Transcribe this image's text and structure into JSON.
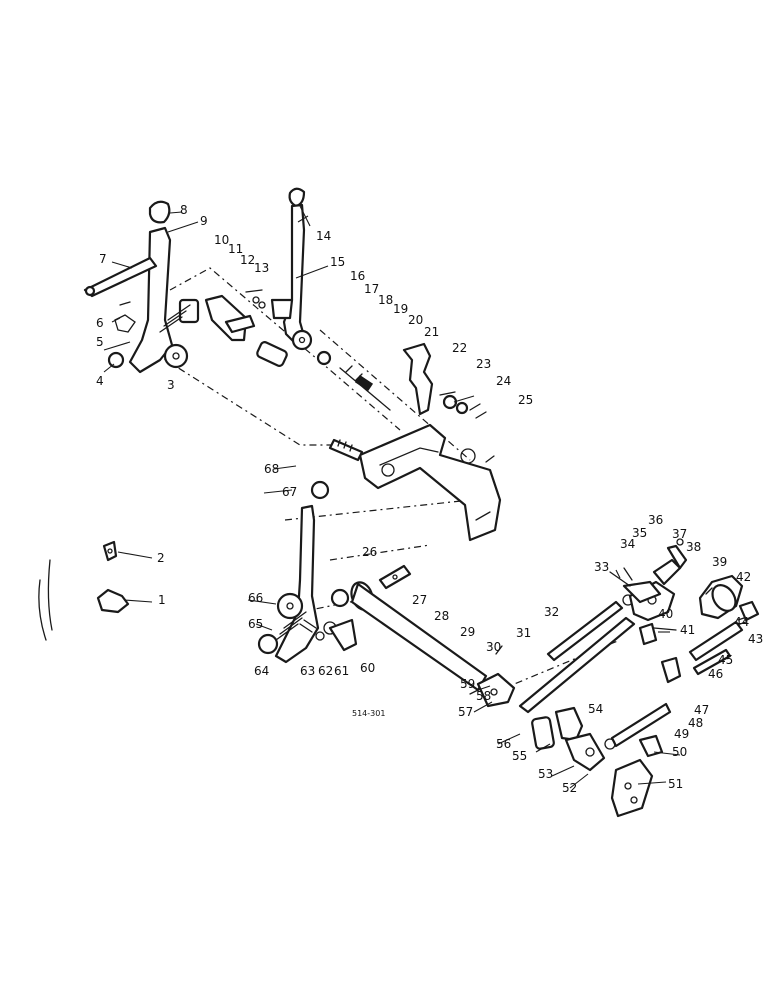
{
  "drawing_code": "514-301",
  "callouts": [
    "1",
    "2",
    "3",
    "4",
    "5",
    "6",
    "7",
    "8",
    "9",
    "10",
    "11",
    "12",
    "13",
    "14",
    "15",
    "16",
    "17",
    "18",
    "19",
    "20",
    "21",
    "22",
    "23",
    "24",
    "25",
    "26",
    "27",
    "28",
    "29",
    "30",
    "31",
    "32",
    "33",
    "34",
    "35",
    "36",
    "37",
    "38",
    "39",
    "40",
    "41",
    "42",
    "43",
    "44",
    "45",
    "46",
    "47",
    "48",
    "49",
    "50",
    "51",
    "52",
    "53",
    "54",
    "55",
    "56",
    "57",
    "58",
    "59",
    "60",
    "61",
    "62",
    "63",
    "64",
    "65",
    "66",
    "67",
    "68"
  ],
  "colors": {
    "ink": "#1a1a1a",
    "paper": "#ffffff"
  }
}
